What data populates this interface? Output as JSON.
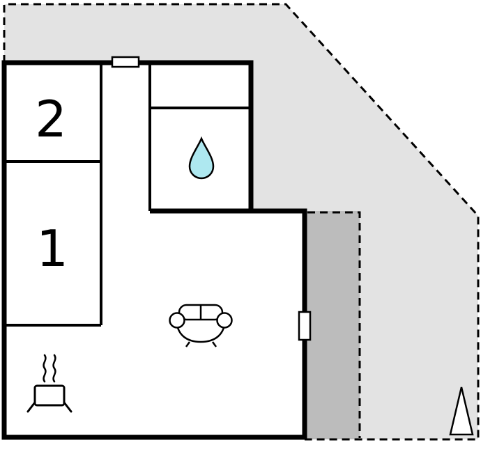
{
  "plan": {
    "type": "floor-plan",
    "rooms": [
      {
        "name": "bedroom-2",
        "label": "2"
      },
      {
        "name": "bedroom-1",
        "label": "1"
      },
      {
        "name": "bathroom",
        "label": ""
      },
      {
        "name": "living-room",
        "label": ""
      },
      {
        "name": "hallway",
        "label": ""
      }
    ],
    "icons": [
      {
        "name": "water-drop-icon",
        "meaning": "bathroom / water",
        "location": "bathroom"
      },
      {
        "name": "sofa-icon",
        "meaning": "sofa / living room",
        "location": "living-room"
      },
      {
        "name": "cooking-pot-icon",
        "meaning": "kitchen / cooking",
        "location": "kitchen-corner"
      },
      {
        "name": "north-triangle-icon",
        "meaning": "plot marker triangle",
        "location": "lower-right-terrace"
      },
      {
        "name": "window-icon",
        "meaning": "window opening",
        "location": "top-wall"
      },
      {
        "name": "door-icon",
        "meaning": "door opening",
        "location": "right-wall"
      }
    ],
    "colors": {
      "plot_fill": "#e3e3e3",
      "terrace_fill": "#bcbcbc",
      "wall": "#000000",
      "room_fill": "#ffffff",
      "water_drop_fill": "#aee8f0",
      "icon_fill": "#ffffff"
    }
  }
}
